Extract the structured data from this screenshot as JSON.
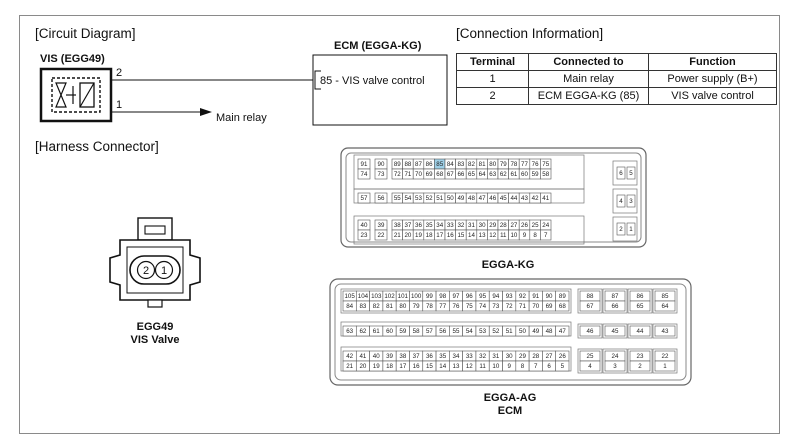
{
  "sections": {
    "circuit_diagram": "[Circuit Diagram]",
    "harness_connector": "[Harness Connector]",
    "connection_information": "[Connection Information]"
  },
  "circuit": {
    "component_label": "VIS (EGG49)",
    "pin_2": "2",
    "pin_1": "1",
    "main_relay_label": "Main relay",
    "ecm_title": "ECM (EGGA-KG)",
    "ecm_pin_text": "85 - VIS valve control"
  },
  "table": {
    "headers": [
      "Terminal",
      "Connected to",
      "Function"
    ],
    "rows": [
      [
        "1",
        "Main relay",
        "Power supply (B+)"
      ],
      [
        "2",
        "ECM EGGA-KG (85)",
        "VIS valve control"
      ]
    ]
  },
  "vis_connector": {
    "pin_2": "2",
    "pin_1": "1",
    "name": "EGG49",
    "subtitle": "VIS Valve"
  },
  "egga_kg": {
    "label": "EGGA-KG",
    "highlight_pin": "85",
    "highlight_color": "#9ecfe6",
    "row1": [
      "91",
      "90",
      "89",
      "88",
      "87",
      "86",
      "85",
      "84",
      "83",
      "82",
      "81",
      "80",
      "79",
      "78",
      "77",
      "76",
      "75"
    ],
    "row2": [
      "74",
      "73",
      "72",
      "71",
      "70",
      "69",
      "68",
      "67",
      "66",
      "65",
      "64",
      "63",
      "62",
      "61",
      "60",
      "59",
      "58"
    ],
    "row3": [
      "57",
      "56",
      "55",
      "54",
      "53",
      "52",
      "51",
      "50",
      "49",
      "48",
      "47",
      "46",
      "45",
      "44",
      "43",
      "42",
      "41"
    ],
    "row4": [
      "40",
      "39",
      "38",
      "37",
      "36",
      "35",
      "34",
      "33",
      "32",
      "31",
      "30",
      "29",
      "28",
      "27",
      "26",
      "25",
      "24"
    ],
    "row5": [
      "23",
      "22",
      "21",
      "20",
      "19",
      "18",
      "17",
      "16",
      "15",
      "14",
      "13",
      "12",
      "11",
      "10",
      "9",
      "8",
      "7"
    ],
    "side": [
      [
        "6",
        "5"
      ],
      [
        "4",
        "3"
      ],
      [
        "2",
        "1"
      ]
    ]
  },
  "egga_ag": {
    "label": "EGGA-AG",
    "sublabel": "ECM",
    "row1": [
      "105",
      "104",
      "103",
      "102",
      "101",
      "100",
      "99",
      "98",
      "97",
      "96",
      "95",
      "94",
      "93",
      "92",
      "91",
      "90",
      "89"
    ],
    "row2": [
      "84",
      "83",
      "82",
      "81",
      "80",
      "79",
      "78",
      "77",
      "76",
      "75",
      "74",
      "73",
      "72",
      "71",
      "70",
      "69",
      "68"
    ],
    "row3": [
      "63",
      "62",
      "61",
      "60",
      "59",
      "58",
      "57",
      "56",
      "55",
      "54",
      "53",
      "52",
      "51",
      "50",
      "49",
      "48",
      "47"
    ],
    "row4": [
      "42",
      "41",
      "40",
      "39",
      "38",
      "37",
      "36",
      "35",
      "34",
      "33",
      "32",
      "31",
      "30",
      "29",
      "28",
      "27",
      "26"
    ],
    "row5": [
      "21",
      "20",
      "19",
      "18",
      "17",
      "16",
      "15",
      "14",
      "13",
      "12",
      "11",
      "10",
      "9",
      "8",
      "7",
      "6",
      "5"
    ],
    "right_top": [
      [
        "88",
        "87",
        "86",
        "85"
      ],
      [
        "67",
        "66",
        "65",
        "64"
      ]
    ],
    "right_mid": [
      "46",
      "45",
      "44",
      "43"
    ],
    "right_bot": [
      [
        "25",
        "24",
        "23",
        "22"
      ],
      [
        "4",
        "3",
        "2",
        "1"
      ]
    ]
  }
}
